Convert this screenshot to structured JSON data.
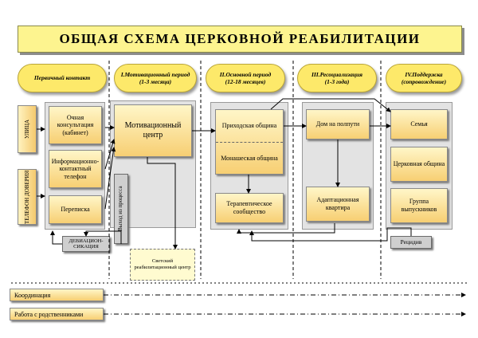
{
  "title": "ОБЩАЯ СХЕМА ЦЕРКОВНОЙ РЕАБИЛИТАЦИИ",
  "stages": [
    {
      "line1": "Первичный контакт",
      "line2": ""
    },
    {
      "line1": "I.Мотивационный период",
      "line2": "(1-3 месяца)"
    },
    {
      "line1": "II.Основной период",
      "line2": "(12-18 месяцев)"
    },
    {
      "line1": "III.Ресоциализация",
      "line2": "(1-3 года)"
    },
    {
      "line1": "IV.Поддержка",
      "line2": "(сопровождение)"
    }
  ],
  "side_tabs": {
    "street": "УЛИЦА",
    "hotline": "ТЕЛЕФОН ДОВЕРИЯ"
  },
  "contact_boxes": [
    "Очная консультация (кабинет)",
    "Информационно-контактный телефон",
    "Переписка"
  ],
  "motivation_center": "Мотивационный центр",
  "exit_process": "Выход из процесса",
  "secular_center": "Светский реабилитационный центр",
  "deviation": "ДЕВИАЦИОН-СИКАЦИЯ",
  "main_boxes": {
    "parish": "Приходская община",
    "monastic": "Монашеская община",
    "therapeutic": "Терапевтическое сообщество"
  },
  "resoc_boxes": {
    "halfway": "Дом на полпути",
    "adaptation": "Адаптационная квартира"
  },
  "support_boxes": {
    "family": "Семья",
    "church": "Церковная община",
    "alumni": "Группа выпускников"
  },
  "relapse": "Рецидив",
  "bottom": {
    "coordination": "Координация",
    "relatives": "Работа с родственниками"
  }
}
